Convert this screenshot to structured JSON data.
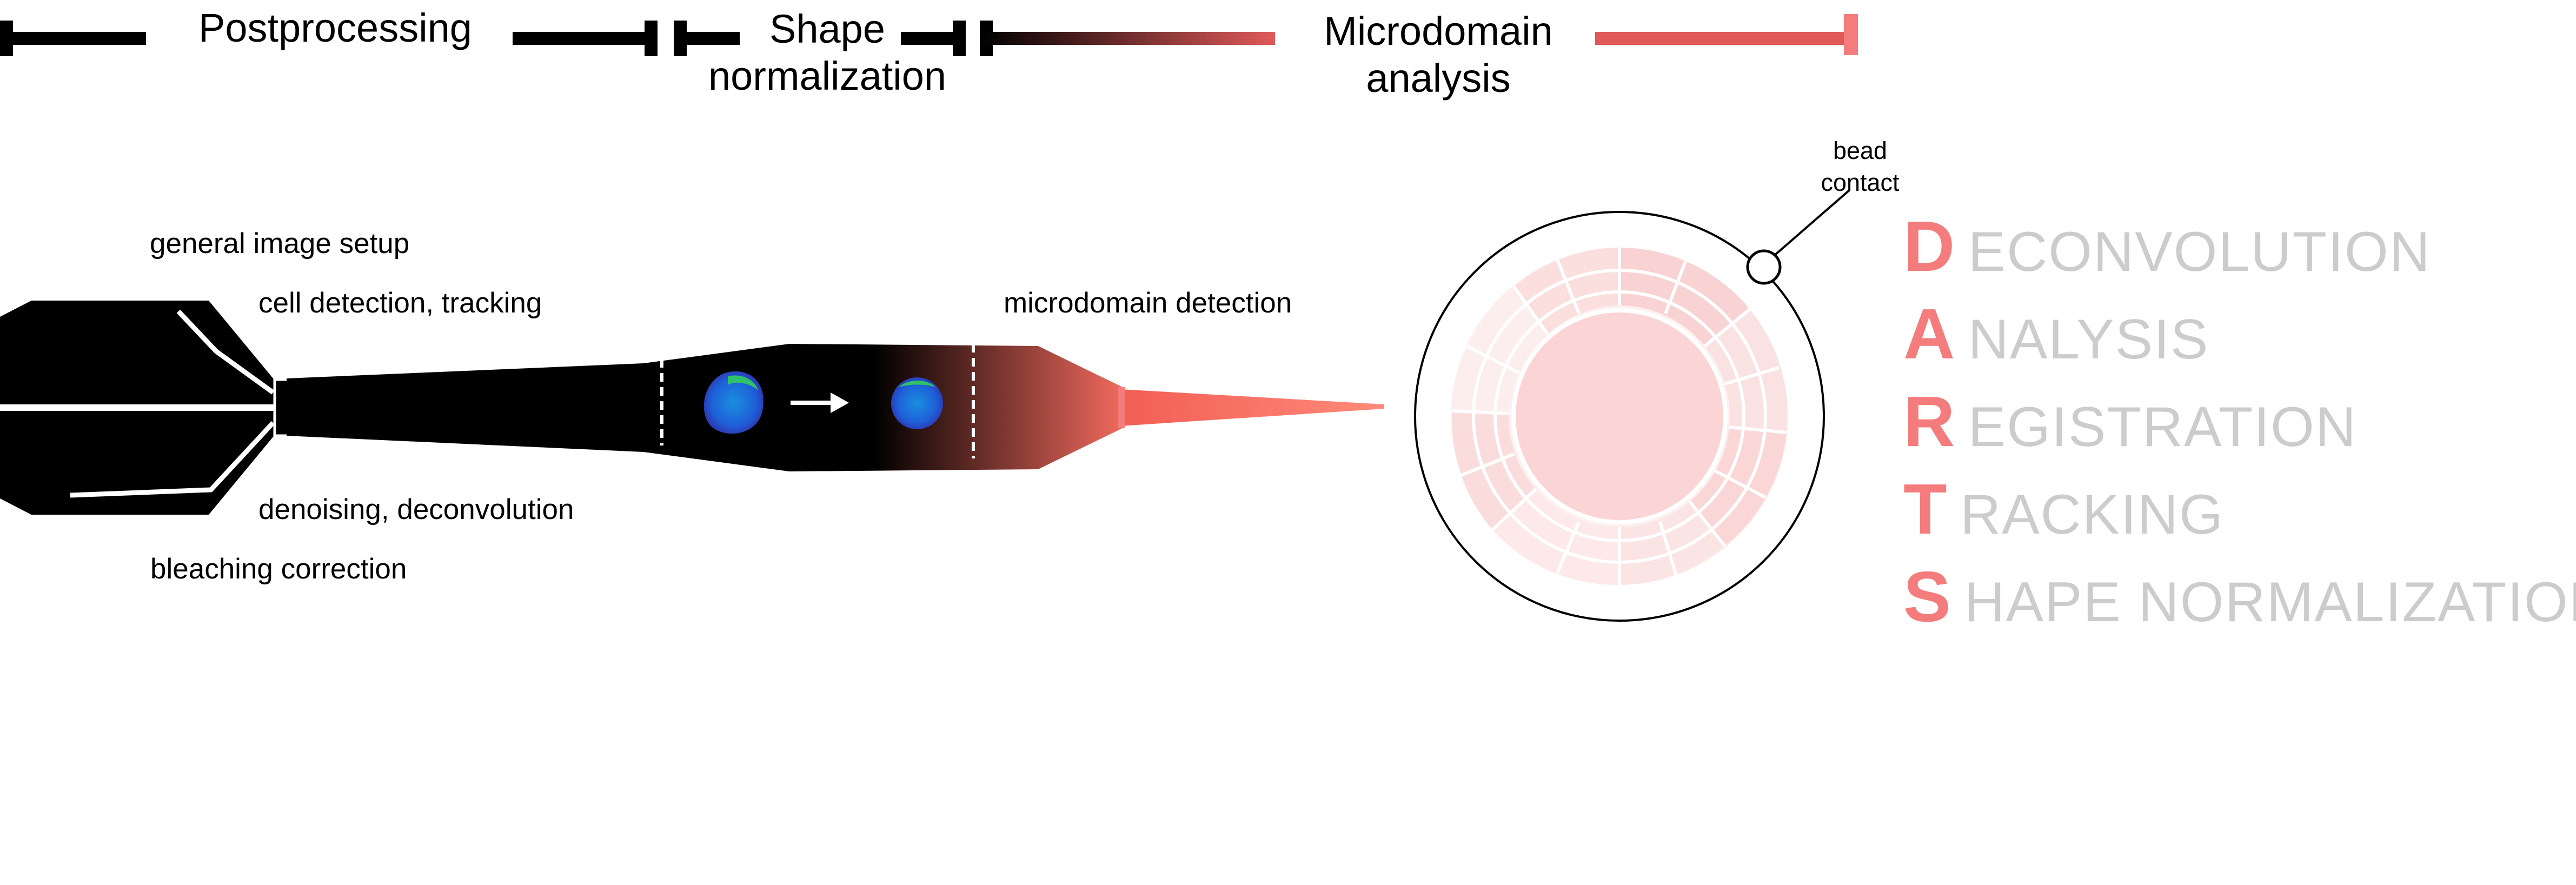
{
  "stages": [
    {
      "label": "Postprocessing"
    },
    {
      "label": "Shape\nnormalization"
    },
    {
      "label": "Microdomain\nanalysis"
    }
  ],
  "annotations": {
    "general_image_setup": "general image setup",
    "cell_detection": "cell detection, tracking",
    "denoising": "denoising, deconvolution",
    "bleaching": "bleaching correction",
    "microdomain_detection": "microdomain detection",
    "bead_contact": "bead\ncontact"
  },
  "acronym": [
    {
      "letter": "D",
      "rest": "ECONVOLUTION"
    },
    {
      "letter": "A",
      "rest": "NALYSIS"
    },
    {
      "letter": "R",
      "rest": "EGISTRATION"
    },
    {
      "letter": "T",
      "rest": "RACKING"
    },
    {
      "letter": "S",
      "rest": "HAPE NORMALIZATION"
    }
  ],
  "colors": {
    "accent": "#f47c7c",
    "accent_dark": "#e05a5a",
    "text_grey": "#cccccc",
    "dart_black": "#000000",
    "cell_blue": "#1e5fd8",
    "cell_green": "#2fc06a"
  },
  "icons": [
    "dart-icon",
    "arrow-right-icon",
    "bead-icon",
    "radial-map-icon"
  ]
}
